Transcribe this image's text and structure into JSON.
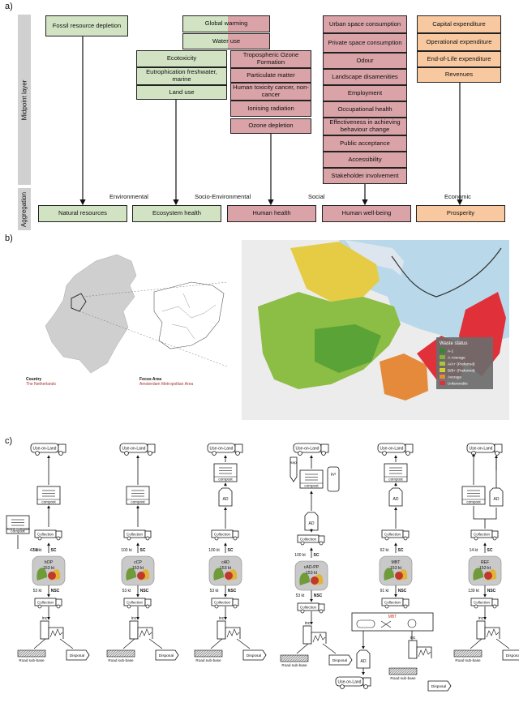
{
  "panels": {
    "a": "a)",
    "b": "b)",
    "c": "c)"
  },
  "layers": {
    "midpoint": "Midpoint layer",
    "aggregation": "Aggregation"
  },
  "categories": {
    "environmental": "Environmental",
    "socio_env": "Socio-Environmental",
    "social": "Social",
    "economic": "Economic"
  },
  "midpoints": {
    "col1": [
      "Fossil resource depletion"
    ],
    "gw": "Global warming",
    "wu": "Water use",
    "col2": [
      "Ecotoxicity",
      "Eutrophication freshwater, marine",
      "Land use"
    ],
    "col3": [
      "Tropospheric Ozone Formation",
      "Particulate matter",
      "Human toxicity cancer, non-cancer",
      "Ionising radiation",
      "Ozone depletion"
    ],
    "col4": [
      "Urban space consumption",
      "Private space consumption",
      "Odour",
      "Landscape disamenities",
      "Employment",
      "Occupational health",
      "Effectiveness in achieving behaviour change",
      "Public acceptance",
      "Accessibility",
      "Stakeholder involvement"
    ],
    "col5": [
      "Capital expenditure",
      "Operational expenditure",
      "End-of-Life expenditure",
      "Revenues"
    ]
  },
  "aggregates": [
    "Natural resources",
    "Ecosystem health",
    "Human health",
    "Human well-being",
    "Prosperity"
  ],
  "map": {
    "country_label": "Country",
    "country_name": "The Netherlands",
    "focus_label": "Focus Area",
    "focus_name": "Amsterdam Metropolitan Area",
    "legend_title": "Waste status",
    "legend_items": [
      "A-1",
      "A-Average",
      "A/A+ (Preferred)",
      "B/B+ (Preferred)",
      "Average",
      "Unfavorable"
    ],
    "legend_colors": [
      "#2e8b2e",
      "#7ab53c",
      "#a6c83a",
      "#d6c93a",
      "#e58a3a",
      "#e0303a"
    ],
    "water_color": "#b9d9ea"
  },
  "scenarios": [
    {
      "name": "hOP",
      "sc": "58 kt",
      "sc2": "42 kt",
      "nsc": "53 kt",
      "total": "153 kt"
    },
    {
      "name": "cCP",
      "sc": "100 kt",
      "nsc": "53 kt",
      "total": "153 kt"
    },
    {
      "name": "cAD",
      "sc": "100 kt",
      "nsc": "53 kt",
      "total": "153 kt"
    },
    {
      "name": "cAD-PP",
      "sc": "100 kt",
      "nsc": "53 kt",
      "total": "153 kt"
    },
    {
      "name": "MBT",
      "sc": "62 kt",
      "nsc": "91 kt",
      "total": "153 kt"
    },
    {
      "name": "REF",
      "sc": "14 kt",
      "nsc": "139 kt",
      "total": "153 kt"
    }
  ],
  "flow": {
    "use_on_land": "Use-on-Land",
    "compost": "compost",
    "home_compost": "Home compost",
    "collection": "Collection",
    "sc": "SC",
    "nsc": "NSC",
    "ad": "AD",
    "inc": "inc",
    "road": "Road sub-base",
    "disposal": "Disposal",
    "sep": "sep",
    "pyr": "pyr",
    "mbt": "MBT"
  }
}
